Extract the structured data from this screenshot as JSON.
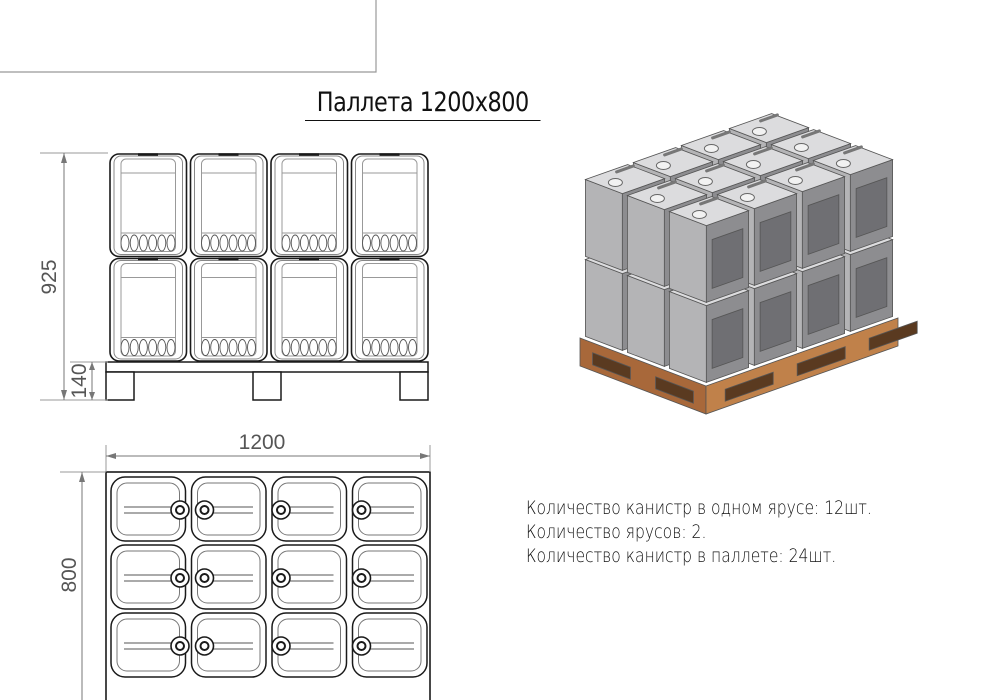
{
  "title": "Паллета 1200x800",
  "front_view": {
    "height_total_label": "925",
    "pallet_height_label": "140",
    "tiers": 2,
    "columns": 4
  },
  "top_view": {
    "length_label": "1200",
    "width_label": "800",
    "rows": 3,
    "columns": 4
  },
  "info": [
    "Количество канистр в одном ярусе: 12шт.",
    "Количество ярусов: 2.",
    "Количество канистр в паллете: 24шт."
  ],
  "colors": {
    "line": "#1a1a1a",
    "pallet_wood": "#b3753f",
    "canister": "#c9c9c9"
  }
}
